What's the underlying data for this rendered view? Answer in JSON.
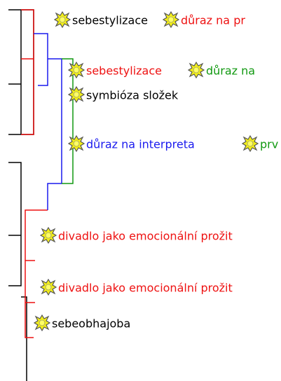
{
  "colors": {
    "black": "#000000",
    "red": "#ee1111",
    "blue": "#1a1aee",
    "green": "#119911",
    "icon_fill": "#f2ee1a",
    "icon_stroke": "#555555"
  },
  "nodes": [
    {
      "segments": [
        {
          "text": "sebestylizace",
          "color": "black"
        },
        {
          "text": "důraz na pr",
          "color": "red"
        }
      ]
    },
    {
      "segments": [
        {
          "text": "sebestylizace",
          "color": "red"
        },
        {
          "text": "důraz na",
          "color": "green"
        }
      ]
    },
    {
      "segments": [
        {
          "text": "symbióza složek",
          "color": "black"
        }
      ]
    },
    {
      "segments": [
        {
          "text": "důraz na interpreta",
          "color": "blue"
        },
        {
          "text": "prv",
          "color": "green"
        }
      ]
    },
    {
      "segments": [
        {
          "text": "divadlo jako emocionální prožit",
          "color": "red"
        }
      ]
    },
    {
      "segments": [
        {
          "text": "divadlo jako emocionální prožit",
          "color": "red"
        }
      ]
    },
    {
      "segments": [
        {
          "text": "sebeobhajoba",
          "color": "black"
        }
      ]
    }
  ]
}
